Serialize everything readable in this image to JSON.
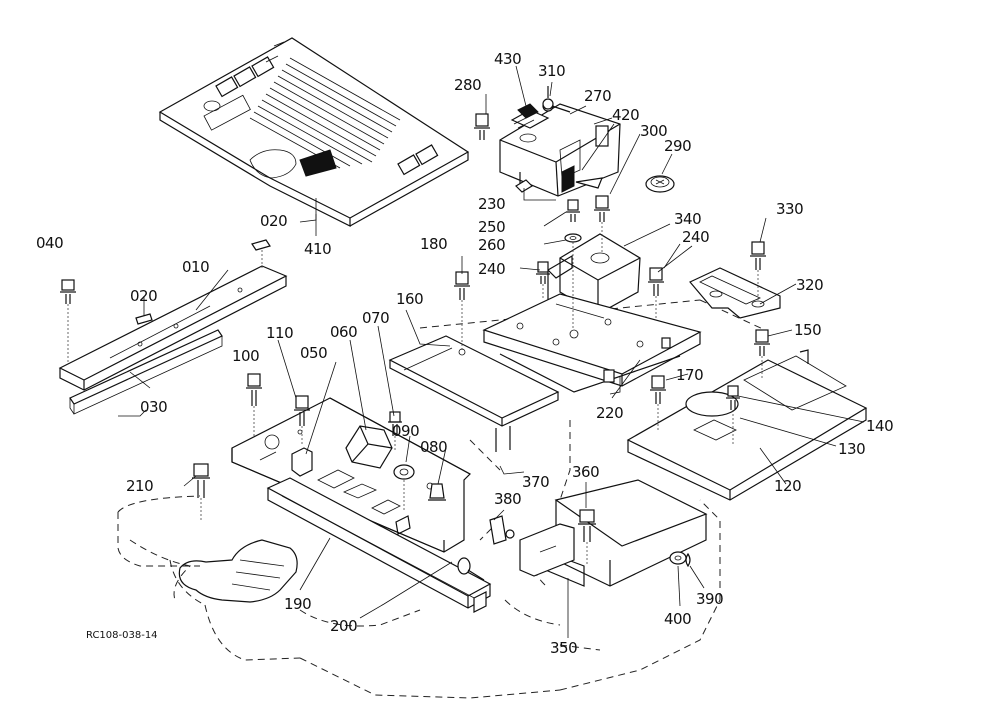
{
  "diagram": {
    "reference": "RC108-038-14",
    "parts": [
      {
        "id": "p010",
        "label": "010"
      },
      {
        "id": "p020a",
        "label": "020"
      },
      {
        "id": "p020b",
        "label": "020"
      },
      {
        "id": "p030",
        "label": "030"
      },
      {
        "id": "p040",
        "label": "040"
      },
      {
        "id": "p050",
        "label": "050"
      },
      {
        "id": "p060",
        "label": "060"
      },
      {
        "id": "p070",
        "label": "070"
      },
      {
        "id": "p080",
        "label": "080"
      },
      {
        "id": "p090",
        "label": "090"
      },
      {
        "id": "p100",
        "label": "100"
      },
      {
        "id": "p110",
        "label": "110"
      },
      {
        "id": "p120",
        "label": "120"
      },
      {
        "id": "p130",
        "label": "130"
      },
      {
        "id": "p140",
        "label": "140"
      },
      {
        "id": "p150",
        "label": "150"
      },
      {
        "id": "p160",
        "label": "160"
      },
      {
        "id": "p170",
        "label": "170"
      },
      {
        "id": "p180",
        "label": "180"
      },
      {
        "id": "p190",
        "label": "190"
      },
      {
        "id": "p200",
        "label": "200"
      },
      {
        "id": "p210",
        "label": "210"
      },
      {
        "id": "p220",
        "label": "220"
      },
      {
        "id": "p230",
        "label": "230"
      },
      {
        "id": "p240a",
        "label": "240"
      },
      {
        "id": "p240b",
        "label": "240"
      },
      {
        "id": "p250",
        "label": "250"
      },
      {
        "id": "p260",
        "label": "260"
      },
      {
        "id": "p270",
        "label": "270"
      },
      {
        "id": "p280",
        "label": "280"
      },
      {
        "id": "p290",
        "label": "290"
      },
      {
        "id": "p300",
        "label": "300"
      },
      {
        "id": "p310",
        "label": "310"
      },
      {
        "id": "p320",
        "label": "320"
      },
      {
        "id": "p330",
        "label": "330"
      },
      {
        "id": "p340",
        "label": "340"
      },
      {
        "id": "p350",
        "label": "350"
      },
      {
        "id": "p360",
        "label": "360"
      },
      {
        "id": "p370",
        "label": "370"
      },
      {
        "id": "p380",
        "label": "380"
      },
      {
        "id": "p390",
        "label": "390"
      },
      {
        "id": "p400",
        "label": "400"
      },
      {
        "id": "p410",
        "label": "410"
      },
      {
        "id": "p420",
        "label": "420"
      },
      {
        "id": "p430",
        "label": "430"
      }
    ]
  }
}
